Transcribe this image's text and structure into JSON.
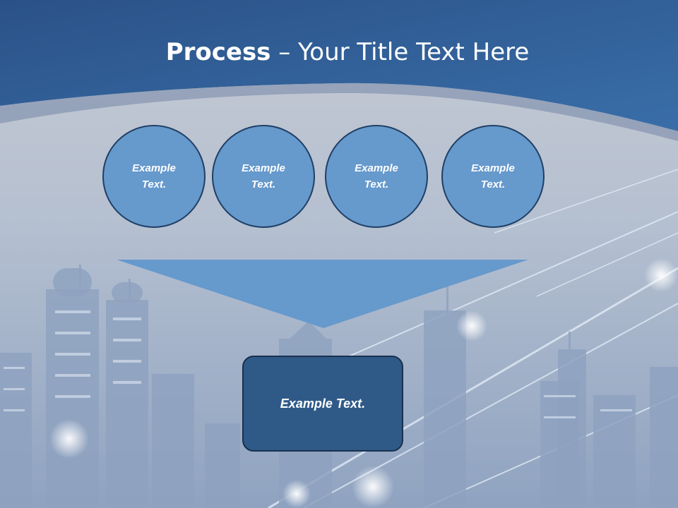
{
  "title": {
    "bold": "Process",
    "rest": " – Your Title Text Here"
  },
  "circles": [
    {
      "label": "Example\nText."
    },
    {
      "label": "Example\nText."
    },
    {
      "label": "Example\nText."
    },
    {
      "label": "Example\nText."
    }
  ],
  "result": {
    "label": "Example Text."
  },
  "colors": {
    "header": "#2d5d95",
    "circle_fill": "#6699cc",
    "circle_border": "#1f3f66",
    "arrow": "#6699cc",
    "result_fill": "#2f5a88"
  }
}
